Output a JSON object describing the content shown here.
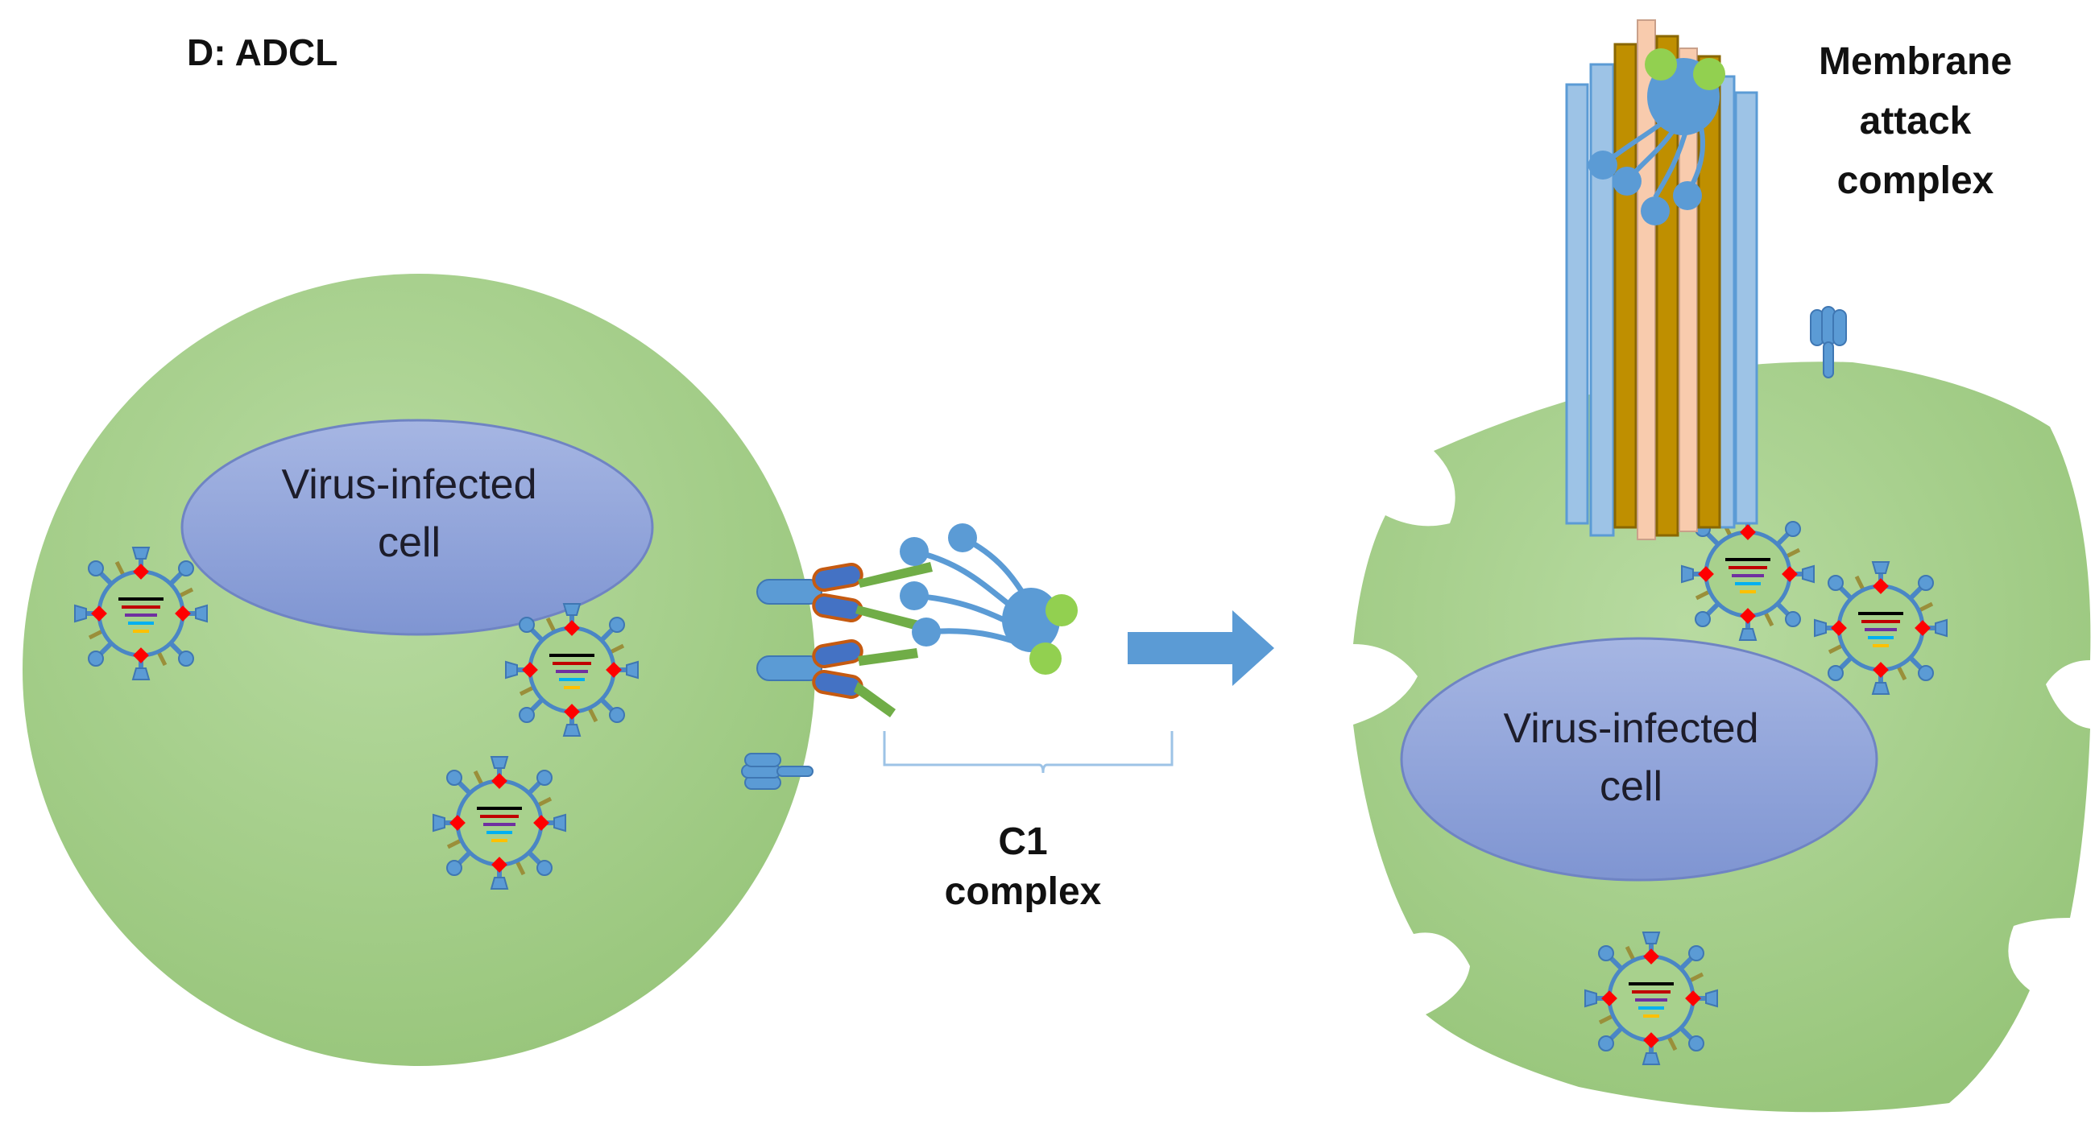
{
  "panel_label": "D: ADCL",
  "left_cell": {
    "label_line1": "Virus-infected",
    "label_line2": "cell"
  },
  "right_cell": {
    "label_line1": "Virus-infected",
    "label_line2": "cell"
  },
  "c1_complex": {
    "line1": "C1",
    "line2": "complex"
  },
  "membrane_attack_complex": {
    "line1": "Membrane",
    "line2": "attack",
    "line3": "complex"
  },
  "colors": {
    "cell_fill": "#a8d18d",
    "nucleus_fill": "#8fa3d9",
    "protein_blue": "#5b9bd5",
    "antibody_outline": "#c55a11",
    "antibody_tail": "#70ad47",
    "c1_head_green": "#92d050",
    "virus_marker_red": "#ff0000",
    "pore_gold": "#bf8f00",
    "pore_blue": "#9dc3e6",
    "pore_pink": "#f8cbad",
    "arrow_blue": "#5b9bd5"
  }
}
